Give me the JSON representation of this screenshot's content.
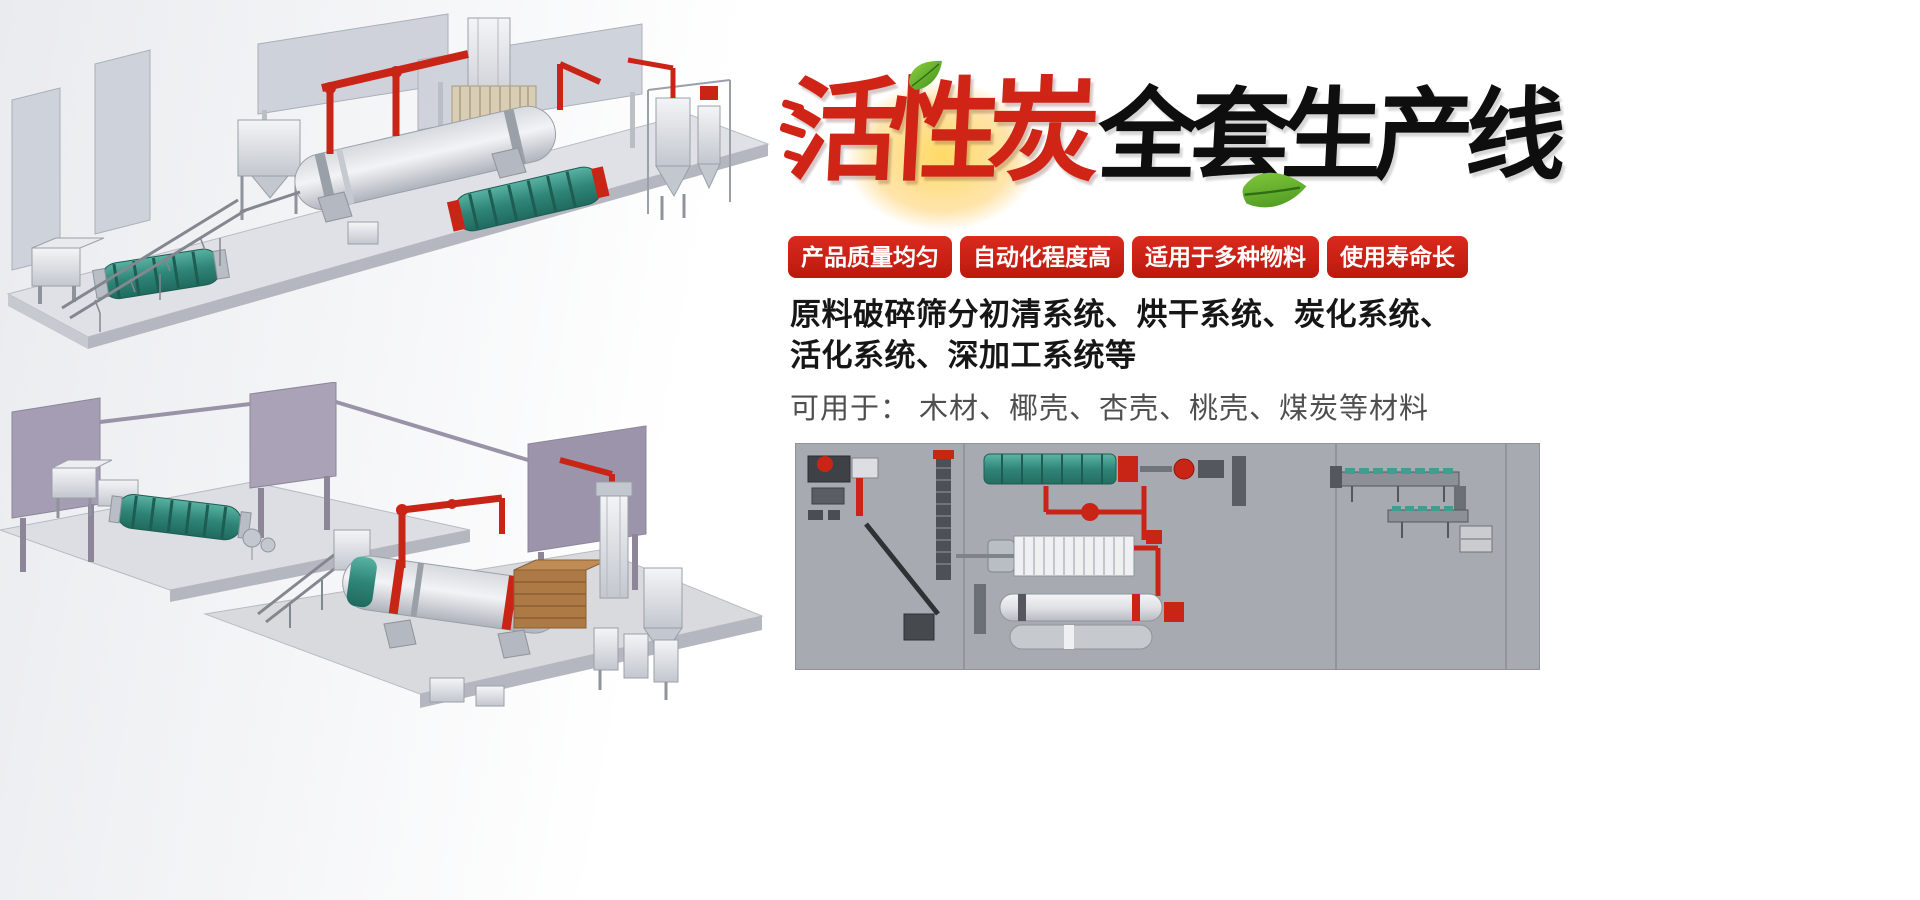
{
  "banner": {
    "title": {
      "highlight": "活性炭",
      "rest": "全套生产线",
      "highlight_color": "#d02417",
      "rest_color": "#0e0e0e"
    },
    "badges": [
      {
        "label": "产品质量均匀"
      },
      {
        "label": "自动化程度高"
      },
      {
        "label": "适用于多种物料"
      },
      {
        "label": "使用寿命长"
      }
    ],
    "badge_color": "#c9201a",
    "description": {
      "line1": "原料破碎筛分初清系统、烘干系统、炭化系统、",
      "line2": "活化系统、深加工系统等",
      "line3": "可用于： 木材、椰壳、杏壳、桃壳、煤炭等材料"
    },
    "illustrations": {
      "top_render": "production-line-3d-isometric-top",
      "bottom_render": "production-line-3d-isometric-bottom",
      "schematic": "production-line-top-view-schematic",
      "accent_red": "#c92517",
      "drum_teal": "#3f9e8f",
      "leaf_green": "#5cb82e",
      "glow_yellow": "#ffd85e",
      "schematic_bg": "#a7abb1"
    }
  }
}
